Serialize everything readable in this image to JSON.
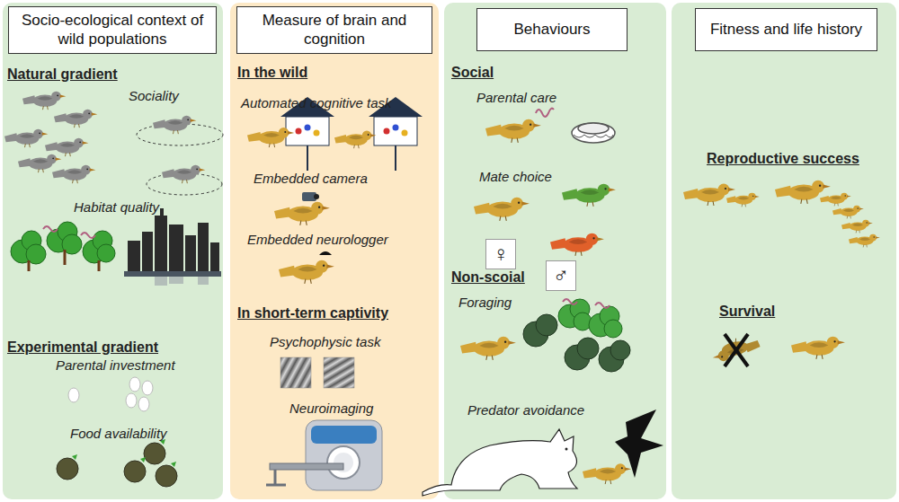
{
  "diagram": {
    "nodes": [
      {
        "text": [
          "Natural gradient",
          "Sociality",
          "Habitat  quality",
          "Experimental gradient",
          "Parental investment",
          "Food availability"
        ]
      },
      {
        "text": [
          "Socio-ecological context of wild populations"
        ],
        "in": 0
      },
      {
        "text": [
          "In the wild",
          "Automated cognitive task",
          "Embedded camera",
          "Embedded neurologger",
          "In short-term captivity",
          "Psychophysic task",
          "Neuroimaging"
        ]
      },
      {
        "text": [
          "Measure of brain and cognition"
        ],
        "in": 2
      },
      {
        "text": [
          "Social",
          "Parental care",
          "Mate choice",
          "♀",
          "♂",
          "Non-scoial",
          "Foraging",
          "Predator avoidance"
        ]
      },
      {
        "text": [
          "Behaviours"
        ],
        "in": 4
      },
      {
        "text": [
          "Reproductive success",
          "Survival"
        ]
      },
      {
        "text": [
          "Fitness and life history"
        ],
        "in": 6
      }
    ]
  }
}
